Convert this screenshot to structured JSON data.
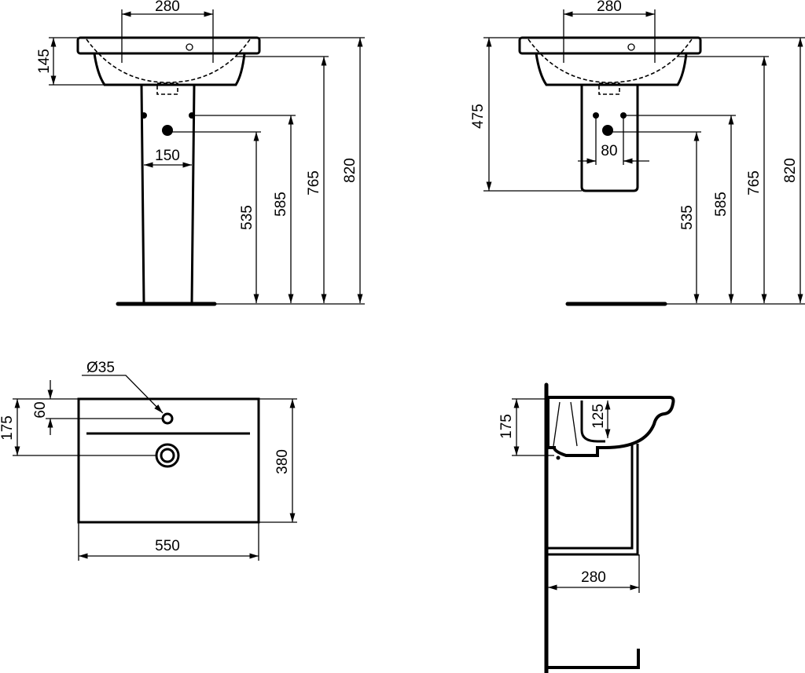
{
  "front_view": {
    "d_280": "280",
    "d_145": "145",
    "d_150": "150",
    "d_535": "535",
    "d_585": "585",
    "d_765": "765",
    "d_820": "820"
  },
  "semi_pedestal_view": {
    "d_280": "280",
    "d_475": "475",
    "d_80": "80",
    "d_535": "535",
    "d_585": "585",
    "d_765": "765",
    "d_820": "820"
  },
  "plan_view": {
    "d_tap_hole": "Ø35",
    "d_60": "60",
    "d_175": "175",
    "d_380": "380",
    "d_550": "550"
  },
  "side_view": {
    "d_175": "175",
    "d_125": "125",
    "d_280": "280"
  }
}
